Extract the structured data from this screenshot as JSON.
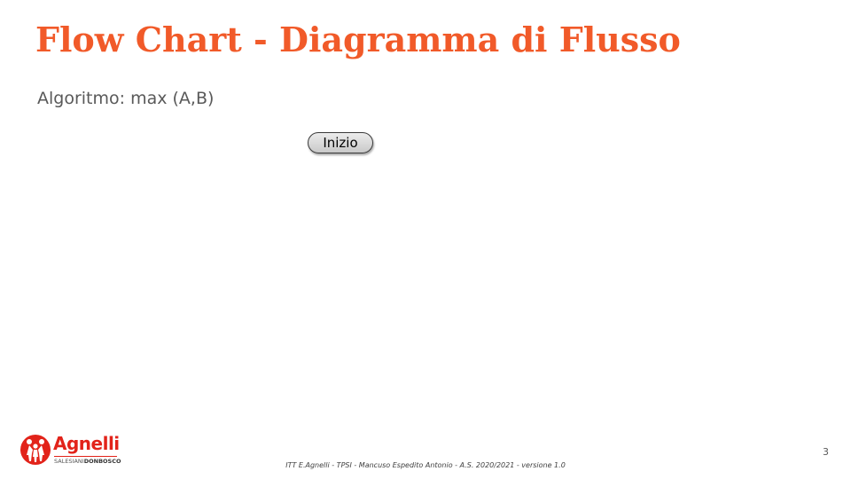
{
  "slide": {
    "title": "Flow Chart - Diagramma di Flusso",
    "subtitle": "Algoritmo: max (A,B)",
    "flowchart": {
      "start_node": "Inizio"
    },
    "logo": {
      "name": "Agnelli",
      "tagline_part1": "SALESIANI",
      "tagline_part2": "DONBOSCO"
    },
    "footer": "ITT E.Agnelli - TPSI - Mancuso Espedito Antonio - A.S. 2020/2021 - versione 1.0",
    "page_number": "3"
  },
  "colors": {
    "title": "#f15a29",
    "subtitle": "#595959",
    "logo_red": "#e2231a"
  }
}
